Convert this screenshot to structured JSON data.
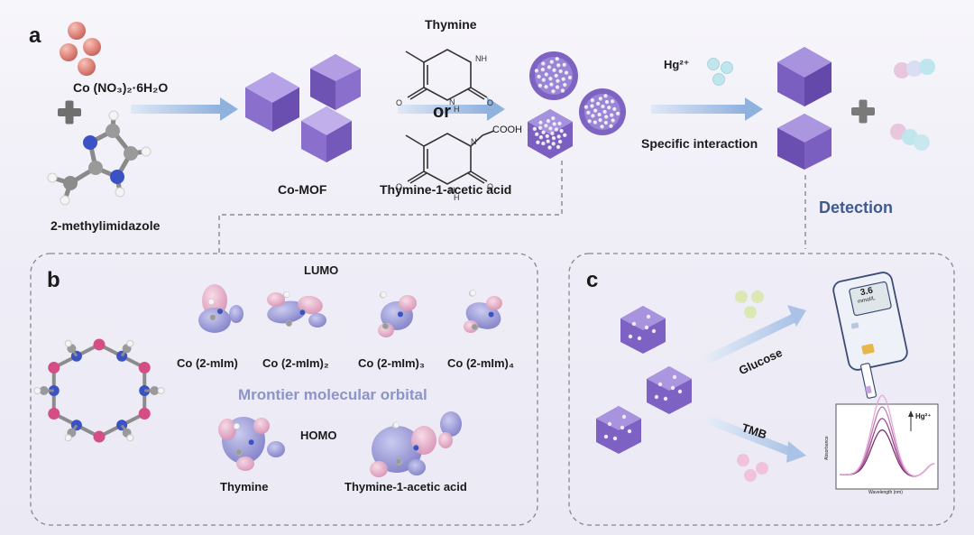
{
  "panels": {
    "a": "a",
    "b": "b",
    "c": "c"
  },
  "panel_a": {
    "cobalt_salt": "Co (NO₃)₂·6H₂O",
    "ligand": "2-methylimidazole",
    "mof": "Co-MOF",
    "thymine_top": "Thymine",
    "or": "or",
    "acetic_acid": "Thymine-1-acetic acid",
    "cooh": "COOH",
    "hg_ion": "Hg²⁺",
    "specific": "Specific interaction",
    "detection": "Detection"
  },
  "panel_b": {
    "lumo": "LUMO",
    "homo": "HOMO",
    "orbital_title": "Mrontier molecular orbital",
    "species": [
      "Co (2-mIm)",
      "Co (2-mIm)₂",
      "Co (2-mIm)₃",
      "Co (2-mIm)₄"
    ],
    "thymine": "Thymine",
    "acetic_acid": "Thymine-1-acetic acid"
  },
  "panel_c": {
    "glucose": "Glucose",
    "tmb": "TMB",
    "meter_value": "3.6",
    "meter_unit": "mmol/L",
    "spectrum_hg": "Hg²⁺",
    "spectrum_y": "Absorbance",
    "spectrum_x": "Wavelength (nm)"
  },
  "colors": {
    "mof_purple": "#8a6fcc",
    "arrow_blue": "#9fbde3",
    "cobalt_pink": "#e0867c",
    "orbital_pink": "#e7b3cc",
    "orbital_blue": "#9a99d6",
    "detection_blue": "#3f5a8f"
  }
}
